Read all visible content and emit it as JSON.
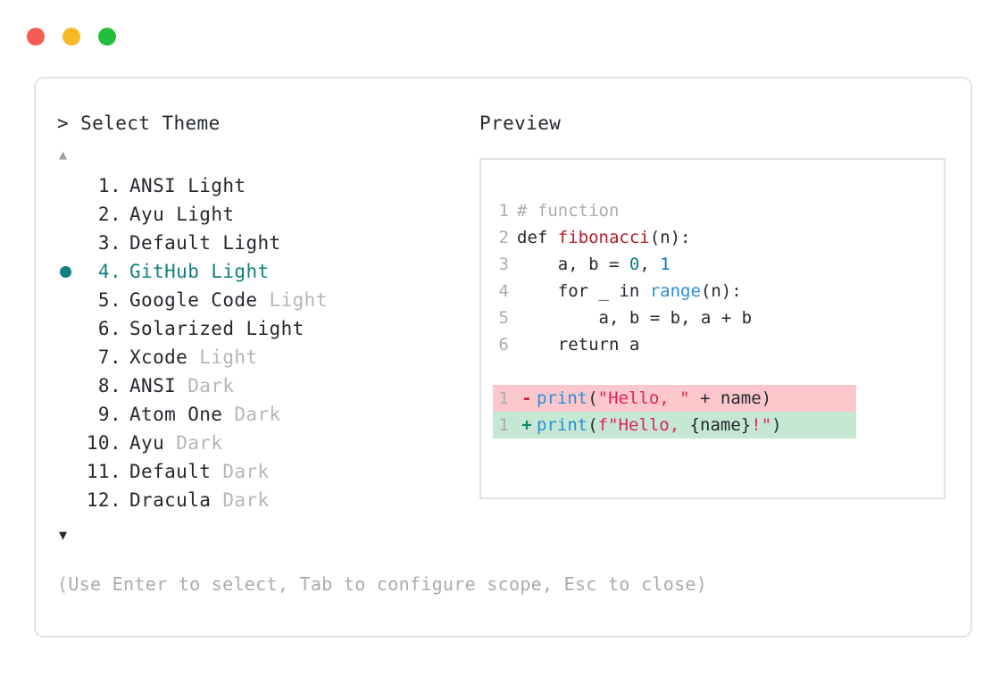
{
  "window": {
    "traffic_lights": [
      {
        "name": "close",
        "color": "#f55b55"
      },
      {
        "name": "minimize",
        "color": "#f7b928"
      },
      {
        "name": "maximize",
        "color": "#23bf3c"
      }
    ]
  },
  "left_panel": {
    "prompt_symbol": ">",
    "prompt_label": "Select Theme",
    "scroll_up_icon": "▲",
    "scroll_down_icon": "▼",
    "selected_index": 4,
    "bullet_color": "#11807e",
    "accent_color": "#11807e",
    "items": [
      {
        "index": "1.",
        "name": "ANSI",
        "variant": "Light",
        "variant_muted": false,
        "selected": false
      },
      {
        "index": "2.",
        "name": "Ayu",
        "variant": "Light",
        "variant_muted": false,
        "selected": false
      },
      {
        "index": "3.",
        "name": "Default",
        "variant": "Light",
        "variant_muted": false,
        "selected": false
      },
      {
        "index": "4.",
        "name": "GitHub",
        "variant": "Light",
        "variant_muted": false,
        "selected": true
      },
      {
        "index": "5.",
        "name": "Google Code",
        "variant": "Light",
        "variant_muted": true,
        "selected": false
      },
      {
        "index": "6.",
        "name": "Solarized",
        "variant": "Light",
        "variant_muted": false,
        "selected": false
      },
      {
        "index": "7.",
        "name": "Xcode",
        "variant": "Light",
        "variant_muted": true,
        "selected": false
      },
      {
        "index": "8.",
        "name": "ANSI",
        "variant": "Dark",
        "variant_muted": true,
        "selected": false
      },
      {
        "index": "9.",
        "name": "Atom One",
        "variant": "Dark",
        "variant_muted": true,
        "selected": false
      },
      {
        "index": "10.",
        "name": "Ayu",
        "variant": "Dark",
        "variant_muted": true,
        "selected": false
      },
      {
        "index": "11.",
        "name": "Default",
        "variant": "Dark",
        "variant_muted": true,
        "selected": false
      },
      {
        "index": "12.",
        "name": "Dracula",
        "variant": "Dark",
        "variant_muted": true,
        "selected": false
      }
    ],
    "hint": "(Use Enter to select, Tab to configure scope, Esc to close)"
  },
  "right_panel": {
    "title": "Preview",
    "code_lines": [
      {
        "number": "1",
        "tokens": [
          {
            "text": "# function",
            "type": "comment"
          }
        ]
      },
      {
        "number": "2",
        "tokens": [
          {
            "text": "def ",
            "type": "plain"
          },
          {
            "text": "fibonacci",
            "type": "fn"
          },
          {
            "text": "(n):",
            "type": "plain"
          }
        ]
      },
      {
        "number": "3",
        "tokens": [
          {
            "text": "    a, b = ",
            "type": "plain"
          },
          {
            "text": "0",
            "type": "num"
          },
          {
            "text": ", ",
            "type": "plain"
          },
          {
            "text": "1",
            "type": "num2"
          }
        ]
      },
      {
        "number": "4",
        "tokens": [
          {
            "text": "    for _ in ",
            "type": "plain"
          },
          {
            "text": "range",
            "type": "builtin"
          },
          {
            "text": "(n):",
            "type": "plain"
          }
        ]
      },
      {
        "number": "5",
        "tokens": [
          {
            "text": "        a, b = b, a + b",
            "type": "plain"
          }
        ]
      },
      {
        "number": "6",
        "tokens": [
          {
            "text": "    return a",
            "type": "plain"
          }
        ]
      }
    ],
    "diff_lines": [
      {
        "number": "1",
        "marker": "-",
        "kind": "deletion",
        "background": "#fbc7ca",
        "tokens": [
          {
            "text": "print",
            "type": "builtin"
          },
          {
            "text": "(",
            "type": "plain"
          },
          {
            "text": "\"Hello, \"",
            "type": "str"
          },
          {
            "text": " + name)",
            "type": "plain"
          }
        ]
      },
      {
        "number": "1",
        "marker": "+",
        "kind": "addition",
        "background": "#c5e8d4",
        "tokens": [
          {
            "text": "print",
            "type": "builtin"
          },
          {
            "text": "(",
            "type": "plain"
          },
          {
            "text": "f\"Hello, ",
            "type": "str"
          },
          {
            "text": "{name}",
            "type": "plain"
          },
          {
            "text": "!\"",
            "type": "str"
          },
          {
            "text": ")",
            "type": "plain"
          }
        ]
      }
    ]
  }
}
